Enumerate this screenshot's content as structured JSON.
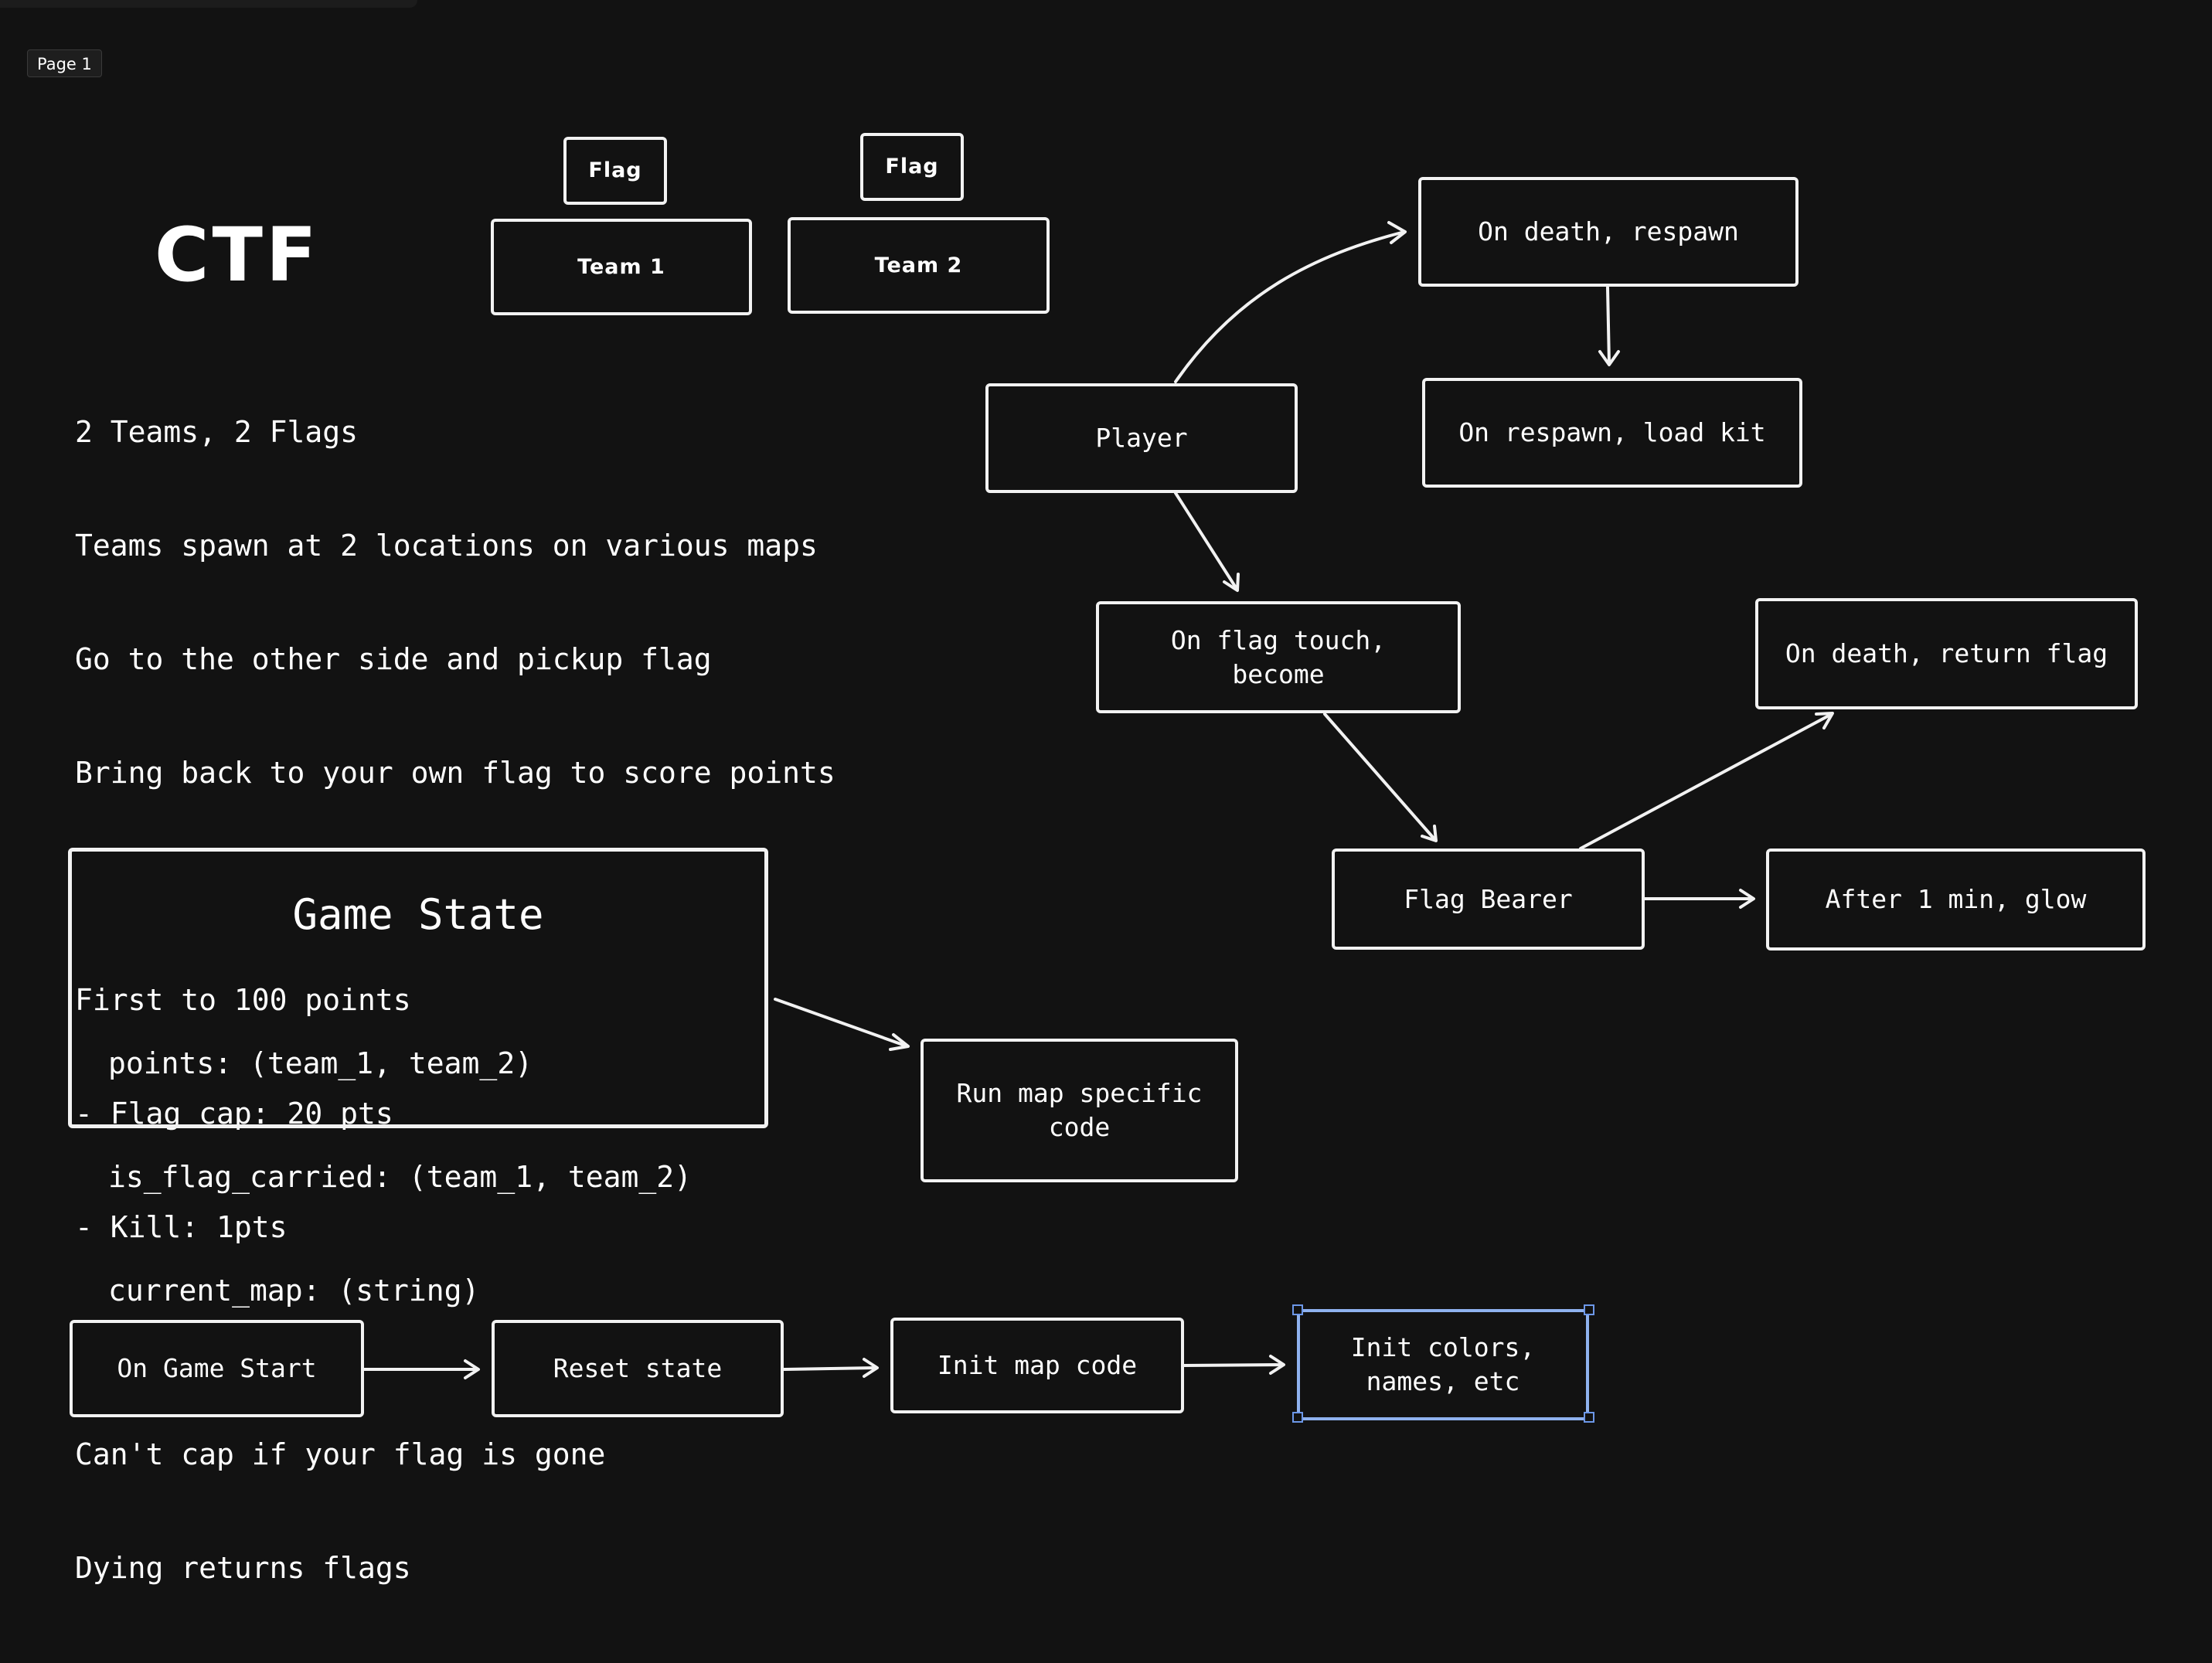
{
  "page_label": "Page 1",
  "title": "CTF",
  "notes": [
    "2 Teams, 2 Flags",
    "Teams spawn at 2 locations on various maps",
    "Go to the other side and pickup flag",
    "Bring back to your own flag to score points",
    "",
    "First to 100 points",
    "- Flag cap: 20 pts",
    "- Kill: 1pts",
    "",
    "Can't cap if your flag is gone",
    "Dying returns flags"
  ],
  "teams": {
    "flag_1": "Flag",
    "flag_2": "Flag",
    "team_1": "Team 1",
    "team_2": "Team 2"
  },
  "game_state": {
    "title": "Game State",
    "fields": [
      "points: (team_1, team_2)",
      "is_flag_carried: (team_1, team_2)",
      "current_map: (string)"
    ]
  },
  "nodes": {
    "player": "Player",
    "on_death_respawn": "On death, respawn",
    "on_respawn_load_kit": "On respawn, load kit",
    "on_flag_touch": "On flag touch,\nbecome",
    "flag_bearer": "Flag Bearer",
    "on_death_return_flag": "On death, return flag",
    "after_1_min_glow": "After 1 min, glow",
    "run_map_specific_code": "Run map specific\ncode",
    "on_game_start": "On Game Start",
    "reset_state": "Reset state",
    "init_map_code": "Init map code",
    "init_colors_names": "Init colors,\nnames, etc"
  },
  "colors": {
    "background": "#121212",
    "stroke": "#f2f2f2",
    "selection": "#6c97e8"
  }
}
